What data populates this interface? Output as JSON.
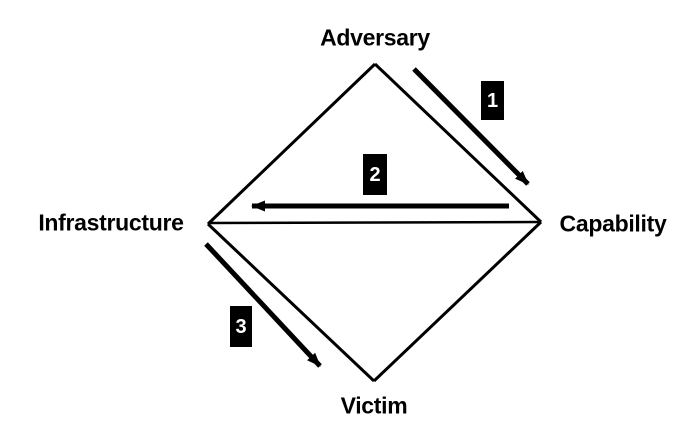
{
  "diagram": {
    "background_color": "#ffffff",
    "line_color": "#000000",
    "badge_bg": "#000000",
    "badge_fg": "#ffffff",
    "nodes": [
      {
        "id": "adversary",
        "label": "Adversary",
        "position": "top"
      },
      {
        "id": "capability",
        "label": "Capability",
        "position": "right"
      },
      {
        "id": "victim",
        "label": "Victim",
        "position": "bottom"
      },
      {
        "id": "infrastructure",
        "label": "Infrastructure",
        "position": "left"
      }
    ],
    "arrows": [
      {
        "number": "1",
        "from": "Adversary",
        "to": "Capability"
      },
      {
        "number": "2",
        "from": "Capability",
        "to": "Infrastructure"
      },
      {
        "number": "3",
        "from": "Infrastructure",
        "to": "Victim"
      }
    ]
  }
}
